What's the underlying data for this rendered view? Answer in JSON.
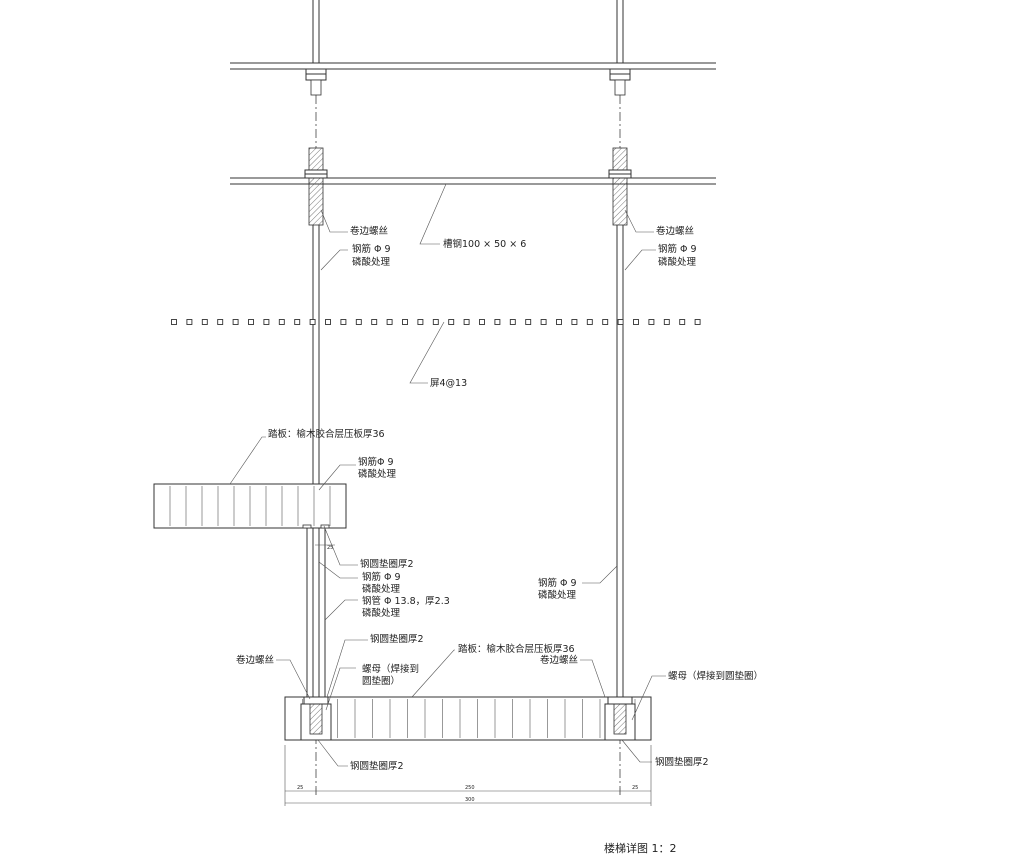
{
  "labels": {
    "rolled_bolt": "卷边螺丝",
    "rebar_phi9": "钢筋 Φ 9",
    "phosphate": "磷酸处理",
    "channel_steel": "槽钢100 × 50 × 6",
    "screen": "屏4@13",
    "tread_board": "踏板：榆木胶合层压板厚36",
    "rebar_phi9_b": "钢筋Φ 9",
    "washer_thick2": "钢圆垫圈厚2",
    "steel_pipe": "钢管 Φ 13.8，厚2.3",
    "nut_line1": "螺母（焊接到",
    "nut_line2": "圆垫圈）",
    "nut_right": "螺母（焊接到圆垫圈）",
    "washer_thick2_short": "钢圆垫圈厚2"
  },
  "dimensions": {
    "small": "25",
    "left": "25",
    "middle": "250",
    "right": "25",
    "total": "300"
  },
  "title": "楼梯详图 1：2",
  "colors": {
    "line": "#333333",
    "hatch": "#555555",
    "text": "#222222"
  }
}
